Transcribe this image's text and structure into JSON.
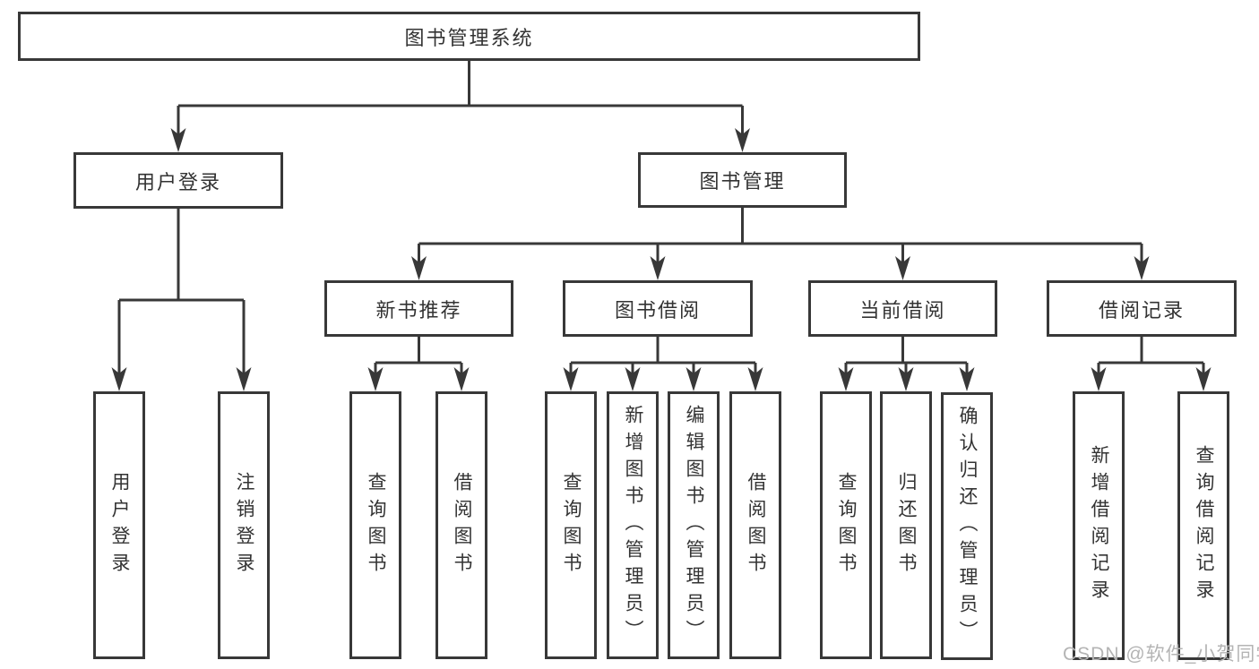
{
  "diagram": {
    "type": "tree",
    "tree": {
      "root": {
        "label": "图书管理系统",
        "children": [
          {
            "label": "用户登录",
            "children": [
              {
                "label": "用户登录"
              },
              {
                "label": "注销登录"
              }
            ]
          },
          {
            "label": "图书管理",
            "children": [
              {
                "label": "新书推荐",
                "children": [
                  {
                    "label": "查询图书"
                  },
                  {
                    "label": "借阅图书"
                  }
                ]
              },
              {
                "label": "图书借阅",
                "children": [
                  {
                    "label": "查询图书"
                  },
                  {
                    "label": "新增图书（管理员）"
                  },
                  {
                    "label": "编辑图书（管理员）"
                  },
                  {
                    "label": "借阅图书"
                  }
                ]
              },
              {
                "label": "当前借阅",
                "children": [
                  {
                    "label": "查询图书"
                  },
                  {
                    "label": "归还图书"
                  },
                  {
                    "label": "确认归还（管理员）"
                  }
                ]
              },
              {
                "label": "借阅记录",
                "children": [
                  {
                    "label": "新增借阅记录"
                  },
                  {
                    "label": "查询借阅记录"
                  }
                ]
              }
            ]
          }
        ]
      }
    },
    "colors": {
      "line": "#383838",
      "box_border": "#383838",
      "text": "#333333",
      "background": "#ffffff",
      "watermark": "#b4b4b4"
    }
  },
  "watermark": {
    "text": "CSDN @软件_小贺同学"
  }
}
